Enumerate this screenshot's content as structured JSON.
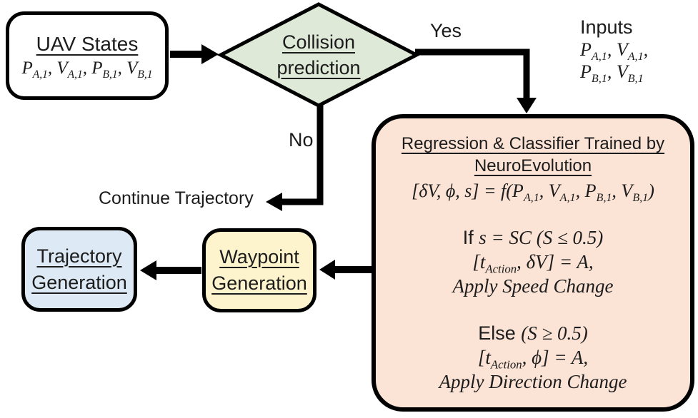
{
  "diagram_title": "UAV collision-avoidance decision flowchart",
  "colors": {
    "uav_fill": "#ffffff",
    "diamond_fill": "#dfe9d7",
    "regression_fill": "#fbe3d6",
    "waypoint_fill": "#fdf3cd",
    "trajectory_fill": "#dde9f4",
    "line": "#000000"
  },
  "nodes": {
    "uav": {
      "title": "UAV States",
      "formula": "P_{A,1}, V_{A,1}, P_{B,1}, V_{B,1}"
    },
    "collision": {
      "line1": "Collision",
      "line2": "prediction"
    },
    "regression": {
      "title_line1": "Regression & Classifier Trained by",
      "title_line2": "NeuroEvolution",
      "formula": "[δV, ϕ, s] = f(P_{A,1}, V_{A,1}, P_{B,1}, V_{B,1})",
      "speed_keyword": "If ",
      "speed_condition": "s = SC (S ≤ 0.5)",
      "speed_assignment": "[t_{Action}, δV] = A,",
      "speed_action": "Apply Speed Change",
      "else_keyword": "Else ",
      "else_condition": "(S ≥ 0.5)",
      "else_assignment": "[t_{Action}, ϕ] = A,",
      "else_action": "Apply Direction Change"
    },
    "waypoint": {
      "line1": "Waypoint",
      "line2": "Generation"
    },
    "trajectory": {
      "line1": "Trajectory",
      "line2": "Generation"
    }
  },
  "labels": {
    "yes": "Yes",
    "no": "No",
    "continue": "Continue Trajectory",
    "inputs_title": "Inputs",
    "inputs_line1": "P_{A,1}, V_{A,1},",
    "inputs_line2": "P_{B,1}, V_{B,1}"
  }
}
